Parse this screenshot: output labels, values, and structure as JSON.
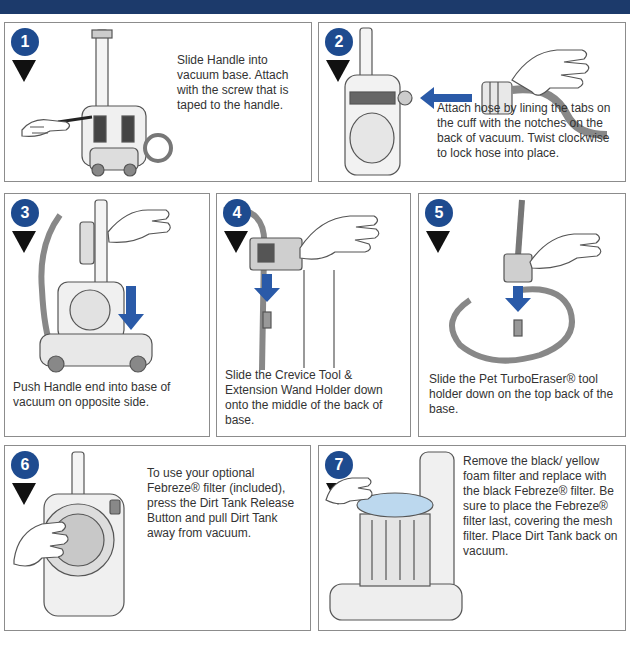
{
  "diagram": {
    "nodes": [
      {
        "text": [
          "Slide Handle into vacuum base. Attach with the screw that is taped to the handle."
        ]
      },
      {
        "text": [
          "1"
        ],
        "in": 0
      },
      {
        "text": [
          "Attach hose by lining the tabs on the cuff with the notches on the back of vacuum. Twist clockwise to lock hose into place."
        ]
      },
      {
        "text": [
          "2"
        ],
        "in": 2
      },
      {
        "text": [
          "Push Handle end into base of vacuum on opposite side."
        ]
      },
      {
        "text": [
          "3"
        ],
        "in": 4
      },
      {
        "text": [
          "Slide the Crevice Tool & Extension Wand Holder down onto the middle of the back of base."
        ]
      },
      {
        "text": [
          "4"
        ],
        "in": 6
      },
      {
        "text": [
          "Slide the Pet TurboEraser® tool holder down on the top back of the base."
        ]
      },
      {
        "text": [
          "5"
        ],
        "in": 8
      },
      {
        "text": [
          "To use your optional Febreze® filter (included), press the Dirt Tank Release Button and pull Dirt Tank away from vacuum."
        ]
      },
      {
        "text": [
          "6"
        ],
        "in": 10
      },
      {
        "text": [
          "Remove the black/ yellow foam filter and replace with the black Febreze® filter. Be sure to place the Febreze® filter last, covering the mesh filter. Place Dirt Tank back on vacuum."
        ]
      },
      {
        "text": [
          "7"
        ],
        "in": 12
      }
    ]
  }
}
